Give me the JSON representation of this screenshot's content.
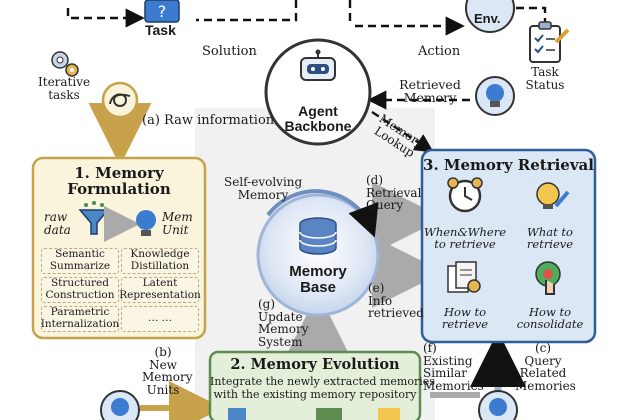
{
  "nodes": {
    "task": "Task",
    "env": "Env.",
    "iterative_tasks": [
      "Iterative",
      "tasks"
    ],
    "task_status": [
      "Task",
      "Status"
    ],
    "agent_backbone": [
      "Agent",
      "Backbone"
    ],
    "memory_base": [
      "Memory",
      "Base"
    ],
    "self_evolving": [
      "Self-evolving",
      "Memory"
    ]
  },
  "edges": {
    "solution": "Solution",
    "action": "Action",
    "raw_information": "(a) Raw information",
    "retrieved_memory": [
      "Retrieved",
      "Memory"
    ],
    "memory_lookup": [
      "Memory",
      "Lookup"
    ],
    "retrieval_query": [
      "(d)",
      "Retrieval",
      "Query"
    ],
    "info_retrieved": [
      "(e)",
      "Info",
      "retrieved"
    ],
    "update_memory": [
      "(g)",
      "Update",
      "Memory",
      "System"
    ],
    "new_memory_units": [
      "(b)",
      "New",
      "Memory",
      "Units"
    ],
    "existing_similar": [
      "(f)",
      "Existing",
      "Similar",
      "Memories"
    ],
    "query_related": [
      "(c)",
      "Query",
      "Related",
      "Memories"
    ]
  },
  "formulation": {
    "title": [
      "1. Memory",
      "Formulation"
    ],
    "raw_data": [
      "raw",
      "data"
    ],
    "mem_unit": [
      "Mem",
      "Unit"
    ],
    "cells": [
      [
        "Semantic",
        "Summarize"
      ],
      [
        "Knowledge",
        "Distillation"
      ],
      [
        "Structured",
        "Construction"
      ],
      [
        "Latent",
        "Representation"
      ],
      [
        "Parametric",
        "Internalization"
      ],
      [
        "… …"
      ]
    ]
  },
  "evolution": {
    "title": "2. Memory Evolution",
    "desc": [
      "Integrate the newly extracted memories",
      "with the existing memory repository"
    ]
  },
  "retrieval": {
    "title": "3. Memory Retrieval",
    "items": [
      [
        "When&Where",
        "to retrieve"
      ],
      [
        "What to",
        "retrieve"
      ],
      [
        "How to",
        "retrieve"
      ],
      [
        "How to",
        "consolidate"
      ]
    ]
  },
  "colors": {
    "formulation_bg": "#fbf4dc",
    "formulation_border": "#c8a24a",
    "retrieval_bg": "#dbe7f5",
    "retrieval_border": "#2f5f9a",
    "evolution_bg": "#e4efd9",
    "evolution_border": "#5e8b4f",
    "memory_base_bg": "#dde7f4"
  }
}
